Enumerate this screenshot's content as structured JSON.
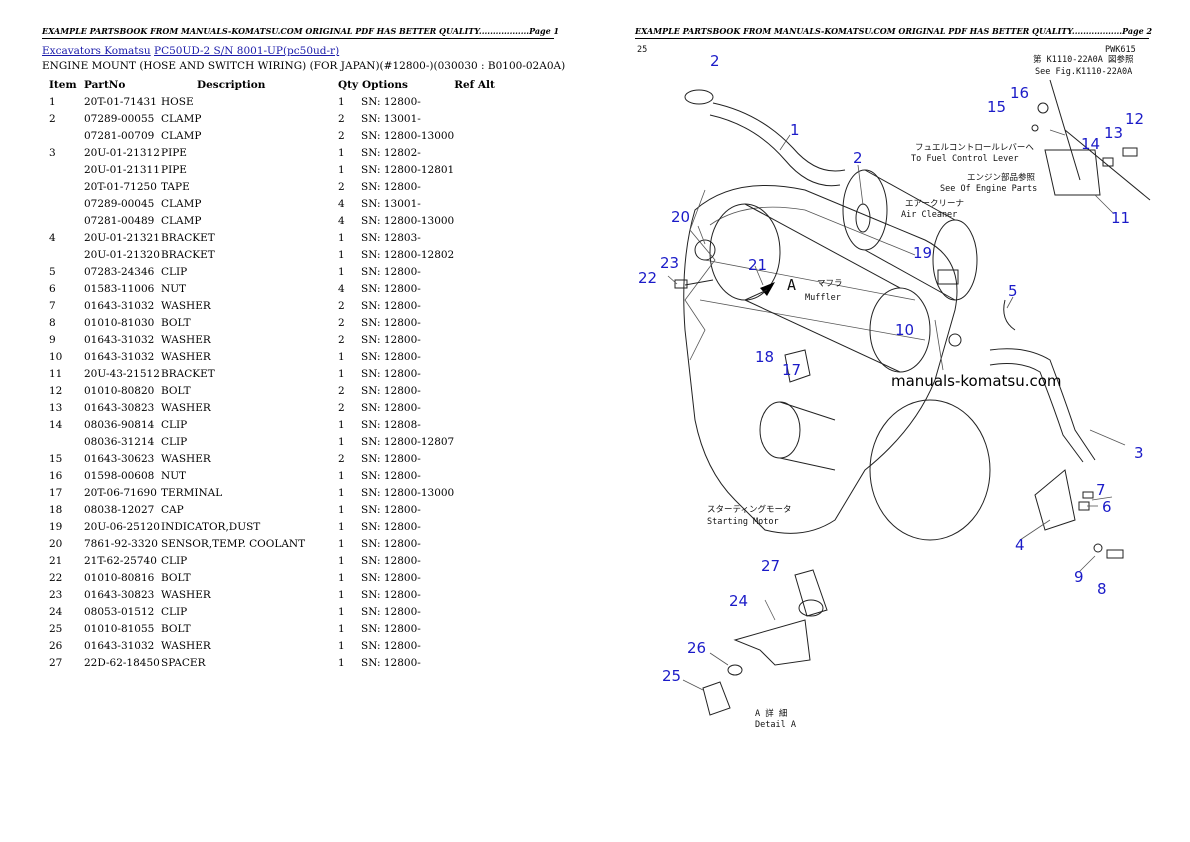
{
  "header": {
    "left_page": "EXAMPLE PARTSBOOK FROM MANUALS-KOMATSU.COM ORIGINAL PDF HAS BETTER QUALITY..................Page 1",
    "right_page": "EXAMPLE PARTSBOOK FROM MANUALS-KOMATSU.COM ORIGINAL PDF HAS BETTER QUALITY..................Page 2"
  },
  "breadcrumb": {
    "link1": "Excavators Komatsu",
    "link2": "PC50UD-2 S/N 8001-UP(pc50ud-r)"
  },
  "section_title": "ENGINE MOUNT (HOSE AND SWITCH WIRING) (FOR JAPAN)(#12800-)(030030 : B0100-02A0A)",
  "table": {
    "columns": [
      "Item",
      "PartNo",
      "Description",
      "Qty",
      "Options",
      "Ref Alt"
    ],
    "rows": [
      [
        "1",
        "20T-01-71431",
        "HOSE",
        "1",
        "SN: 12800-"
      ],
      [
        "2",
        "07289-00055",
        "CLAMP",
        "2",
        "SN: 13001-"
      ],
      [
        "",
        "07281-00709",
        "CLAMP",
        "2",
        "SN: 12800-13000"
      ],
      [
        "3",
        "20U-01-21312",
        "PIPE",
        "1",
        "SN: 12802-"
      ],
      [
        "",
        "20U-01-21311",
        "PIPE",
        "1",
        "SN: 12800-12801"
      ],
      [
        "",
        "20T-01-71250",
        "TAPE",
        "2",
        "SN: 12800-"
      ],
      [
        "",
        "07289-00045",
        "CLAMP",
        "4",
        "SN: 13001-"
      ],
      [
        "",
        "07281-00489",
        "CLAMP",
        "4",
        "SN: 12800-13000"
      ],
      [
        "4",
        "20U-01-21321",
        "BRACKET",
        "1",
        "SN: 12803-"
      ],
      [
        "",
        "20U-01-21320",
        "BRACKET",
        "1",
        "SN: 12800-12802"
      ],
      [
        "5",
        "07283-24346",
        "CLIP",
        "1",
        "SN: 12800-"
      ],
      [
        "6",
        "01583-11006",
        "NUT",
        "4",
        "SN: 12800-"
      ],
      [
        "7",
        "01643-31032",
        "WASHER",
        "2",
        "SN: 12800-"
      ],
      [
        "8",
        "01010-81030",
        "BOLT",
        "2",
        "SN: 12800-"
      ],
      [
        "9",
        "01643-31032",
        "WASHER",
        "2",
        "SN: 12800-"
      ],
      [
        "10",
        "01643-31032",
        "WASHER",
        "1",
        "SN: 12800-"
      ],
      [
        "11",
        "20U-43-21512",
        "BRACKET",
        "1",
        "SN: 12800-"
      ],
      [
        "12",
        "01010-80820",
        "BOLT",
        "2",
        "SN: 12800-"
      ],
      [
        "13",
        "01643-30823",
        "WASHER",
        "2",
        "SN: 12800-"
      ],
      [
        "14",
        "08036-90814",
        "CLIP",
        "1",
        "SN: 12808-"
      ],
      [
        "",
        "08036-31214",
        "CLIP",
        "1",
        "SN: 12800-12807"
      ],
      [
        "15",
        "01643-30623",
        "WASHER",
        "2",
        "SN: 12800-"
      ],
      [
        "16",
        "01598-00608",
        "NUT",
        "1",
        "SN: 12800-"
      ],
      [
        "17",
        "20T-06-71690",
        "TERMINAL",
        "1",
        "SN: 12800-13000"
      ],
      [
        "18",
        "08038-12027",
        "CAP",
        "1",
        "SN: 12800-"
      ],
      [
        "19",
        "20U-06-25120",
        "INDICATOR,DUST",
        "1",
        "SN: 12800-"
      ],
      [
        "20",
        "7861-92-3320",
        "SENSOR,TEMP. COOLANT",
        "1",
        "SN: 12800-"
      ],
      [
        "21",
        "21T-62-25740",
        "CLIP",
        "1",
        "SN: 12800-"
      ],
      [
        "22",
        "01010-80816",
        "BOLT",
        "1",
        "SN: 12800-"
      ],
      [
        "23",
        "01643-30823",
        "WASHER",
        "1",
        "SN: 12800-"
      ],
      [
        "24",
        "08053-01512",
        "CLIP",
        "1",
        "SN: 12800-"
      ],
      [
        "25",
        "01010-81055",
        "BOLT",
        "1",
        "SN: 12800-"
      ],
      [
        "26",
        "01643-31032",
        "WASHER",
        "1",
        "SN: 12800-"
      ],
      [
        "27",
        "22D-62-18450",
        "SPACER",
        "1",
        "SN: 12800-"
      ]
    ]
  },
  "diagram": {
    "watermark": "manuals-komatsu.com",
    "callouts": [
      "1",
      "2",
      "3",
      "4",
      "5",
      "6",
      "7",
      "8",
      "9",
      "10",
      "11",
      "12",
      "13",
      "14",
      "15",
      "16",
      "17",
      "18",
      "19",
      "20",
      "21",
      "22",
      "23",
      "24",
      "25",
      "26",
      "27"
    ],
    "notes": {
      "ref_code": "PWK615",
      "see_fig_jp": "第 K1110-22A0A 図参照",
      "see_fig": "See Fig.K1110-22A0A",
      "fuel_lever_jp": "フュエルコントロールレバーへ",
      "fuel_lever": "To Fuel Control Lever",
      "engine_parts_jp": "エンジン部品参照",
      "engine_parts": "See Of Engine Parts",
      "air_cleaner_jp": "エアークリーナ",
      "air_cleaner": "Air Cleaner",
      "muffler_jp": "マフラ",
      "muffler": "Muffler",
      "starting_motor_jp": "スターティングモータ",
      "starting_motor": "Starting Motor",
      "detail_jp": "A 詳 細",
      "detail": "Detail A",
      "detail_marker": "A",
      "corner_mark": "25"
    }
  }
}
